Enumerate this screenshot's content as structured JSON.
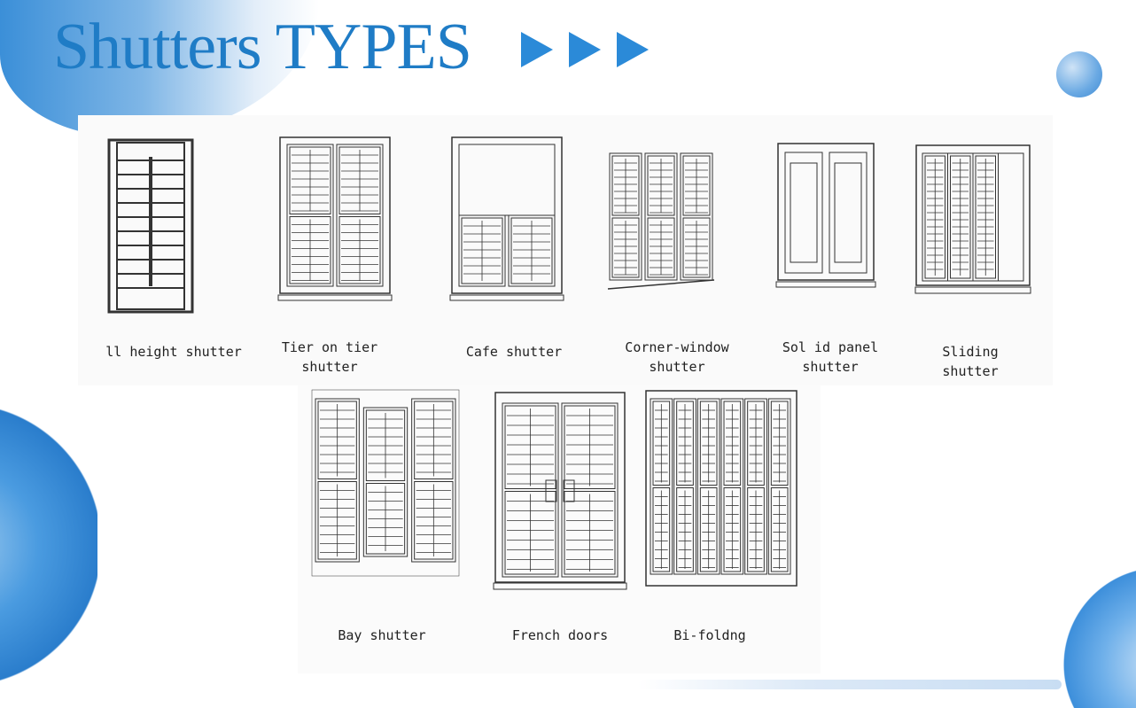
{
  "title": "Shutters TYPES",
  "accent_color": "#1f7cc6",
  "shutter_types": [
    {
      "id": "full-height",
      "label_lines": [
        "ll height shutter"
      ]
    },
    {
      "id": "tier-on-tier",
      "label_lines": [
        "Tier on tier",
        "shutter"
      ]
    },
    {
      "id": "cafe",
      "label_lines": [
        "Cafe shutter"
      ]
    },
    {
      "id": "corner-window",
      "label_lines": [
        "Corner-window",
        "shutter"
      ]
    },
    {
      "id": "solid-panel",
      "label_lines": [
        "Sol id panel",
        "shutter"
      ]
    },
    {
      "id": "sliding",
      "label_lines": [
        "Sliding",
        "shutter"
      ]
    },
    {
      "id": "bay",
      "label_lines": [
        "Bay shutter"
      ]
    },
    {
      "id": "french-doors",
      "label_lines": [
        "French doors"
      ]
    },
    {
      "id": "bi-folding",
      "label_lines": [
        "Bi-foldng"
      ]
    }
  ]
}
